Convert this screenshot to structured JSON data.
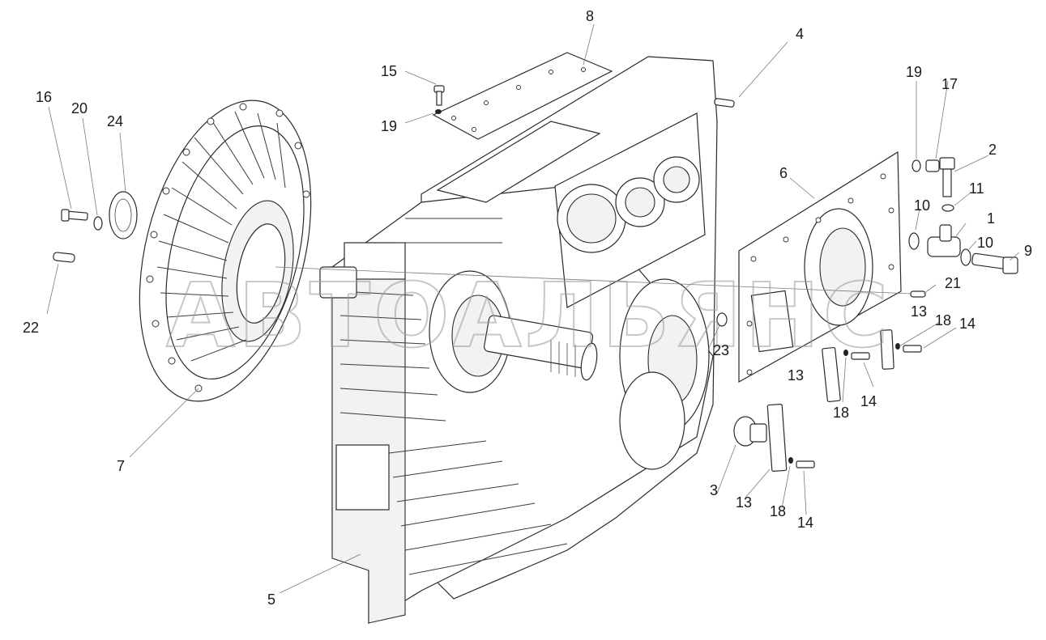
{
  "watermark": "АВТОАЛЬЯНС",
  "callouts": [
    "1",
    "2",
    "3",
    "4",
    "5",
    "6",
    "7",
    "8",
    "9",
    "10",
    "11",
    "13",
    "14",
    "15",
    "16",
    "17",
    "18",
    "19",
    "20",
    "21",
    "22",
    "23",
    "24"
  ]
}
